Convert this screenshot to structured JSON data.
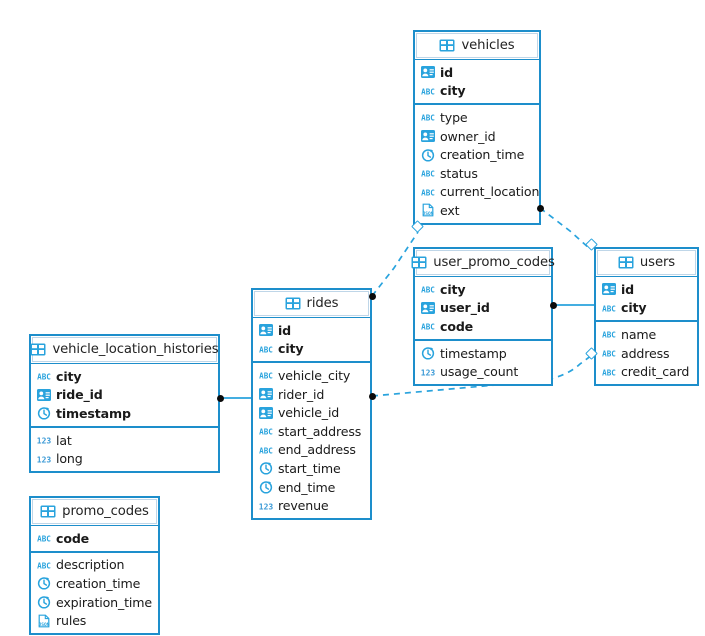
{
  "diagram": {
    "title": "database-schema-er-diagram",
    "accent_color": "#1d8ecb",
    "icon_color": "#29a3dd",
    "edge_color": "#29a3dd",
    "background": "#ffffff"
  },
  "icon_legend": {
    "table": "table-icon",
    "uuid": "id-card-icon",
    "string": "abc-icon",
    "timestamp": "clock-icon",
    "number": "123-icon",
    "json": "json-icon"
  },
  "tables": [
    {
      "id": "vehicles",
      "name": "vehicles",
      "header_icon": "table-icon",
      "keys": [
        {
          "name": "id",
          "icon": "id-card-icon"
        },
        {
          "name": "city",
          "icon": "abc-icon"
        }
      ],
      "columns": [
        {
          "name": "type",
          "icon": "abc-icon"
        },
        {
          "name": "owner_id",
          "icon": "id-card-icon"
        },
        {
          "name": "creation_time",
          "icon": "clock-icon"
        },
        {
          "name": "status",
          "icon": "abc-icon"
        },
        {
          "name": "current_location",
          "icon": "abc-icon"
        },
        {
          "name": "ext",
          "icon": "json-icon"
        }
      ]
    },
    {
      "id": "users",
      "name": "users",
      "header_icon": "table-icon",
      "keys": [
        {
          "name": "id",
          "icon": "id-card-icon"
        },
        {
          "name": "city",
          "icon": "abc-icon"
        }
      ],
      "columns": [
        {
          "name": "name",
          "icon": "abc-icon"
        },
        {
          "name": "address",
          "icon": "abc-icon"
        },
        {
          "name": "credit_card",
          "icon": "abc-icon"
        }
      ]
    },
    {
      "id": "user_promo_codes",
      "name": "user_promo_codes",
      "header_icon": "table-icon",
      "keys": [
        {
          "name": "city",
          "icon": "abc-icon"
        },
        {
          "name": "user_id",
          "icon": "id-card-icon"
        },
        {
          "name": "code",
          "icon": "abc-icon"
        }
      ],
      "columns": [
        {
          "name": "timestamp",
          "icon": "clock-icon"
        },
        {
          "name": "usage_count",
          "icon": "123-icon"
        }
      ]
    },
    {
      "id": "rides",
      "name": "rides",
      "header_icon": "table-icon",
      "keys": [
        {
          "name": "id",
          "icon": "id-card-icon"
        },
        {
          "name": "city",
          "icon": "abc-icon"
        }
      ],
      "columns": [
        {
          "name": "vehicle_city",
          "icon": "abc-icon"
        },
        {
          "name": "rider_id",
          "icon": "id-card-icon"
        },
        {
          "name": "vehicle_id",
          "icon": "id-card-icon"
        },
        {
          "name": "start_address",
          "icon": "abc-icon"
        },
        {
          "name": "end_address",
          "icon": "abc-icon"
        },
        {
          "name": "start_time",
          "icon": "clock-icon"
        },
        {
          "name": "end_time",
          "icon": "clock-icon"
        },
        {
          "name": "revenue",
          "icon": "123-icon"
        }
      ]
    },
    {
      "id": "vehicle_location_histories",
      "name": "vehicle_location_histories",
      "header_icon": "table-icon",
      "keys": [
        {
          "name": "city",
          "icon": "abc-icon"
        },
        {
          "name": "ride_id",
          "icon": "id-card-icon"
        },
        {
          "name": "timestamp",
          "icon": "clock-icon"
        }
      ],
      "columns": [
        {
          "name": "lat",
          "icon": "123-icon"
        },
        {
          "name": "long",
          "icon": "123-icon"
        }
      ]
    },
    {
      "id": "promo_codes",
      "name": "promo_codes",
      "header_icon": "table-icon",
      "keys": [
        {
          "name": "code",
          "icon": "abc-icon"
        }
      ],
      "columns": [
        {
          "name": "description",
          "icon": "abc-icon"
        },
        {
          "name": "creation_time",
          "icon": "clock-icon"
        },
        {
          "name": "expiration_time",
          "icon": "clock-icon"
        },
        {
          "name": "rules",
          "icon": "json-icon"
        }
      ]
    }
  ],
  "relationships": [
    {
      "id": "vlh-rides",
      "from": "vehicle_location_histories",
      "to": "rides",
      "style": "solid"
    },
    {
      "id": "upc-users",
      "from": "user_promo_codes",
      "to": "users",
      "style": "solid"
    },
    {
      "id": "rides-vehicles",
      "from": "rides",
      "to": "vehicles",
      "style": "dashed"
    },
    {
      "id": "rides-users",
      "from": "rides",
      "to": "users",
      "style": "dashed"
    },
    {
      "id": "vehicles-users",
      "from": "vehicles",
      "to": "users",
      "style": "dashed"
    }
  ]
}
